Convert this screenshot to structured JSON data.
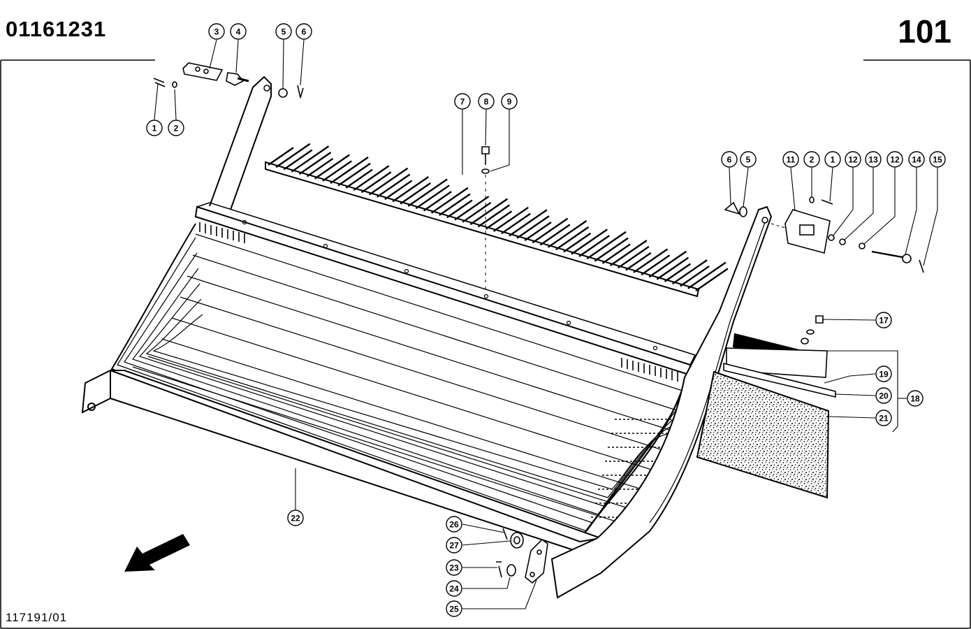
{
  "header": {
    "document_number": "01161231",
    "page_number": "101"
  },
  "footer": {
    "drawing_number": "117191/01"
  },
  "callouts": [
    {
      "label": "1"
    },
    {
      "label": "2"
    },
    {
      "label": "3"
    },
    {
      "label": "4"
    },
    {
      "label": "5"
    },
    {
      "label": "6"
    },
    {
      "label": "7"
    },
    {
      "label": "8"
    },
    {
      "label": "9"
    },
    {
      "label": "6"
    },
    {
      "label": "5"
    },
    {
      "label": "11"
    },
    {
      "label": "2"
    },
    {
      "label": "1"
    },
    {
      "label": "12"
    },
    {
      "label": "13"
    },
    {
      "label": "12"
    },
    {
      "label": "14"
    },
    {
      "label": "15"
    },
    {
      "label": "17"
    },
    {
      "label": "19"
    },
    {
      "label": "20"
    },
    {
      "label": "21"
    },
    {
      "label": "18"
    },
    {
      "label": "22"
    },
    {
      "label": "26"
    },
    {
      "label": "27"
    },
    {
      "label": "23"
    },
    {
      "label": "24"
    },
    {
      "label": "25"
    }
  ],
  "icons": {
    "direction_arrow": "arrow-down-left-icon"
  }
}
